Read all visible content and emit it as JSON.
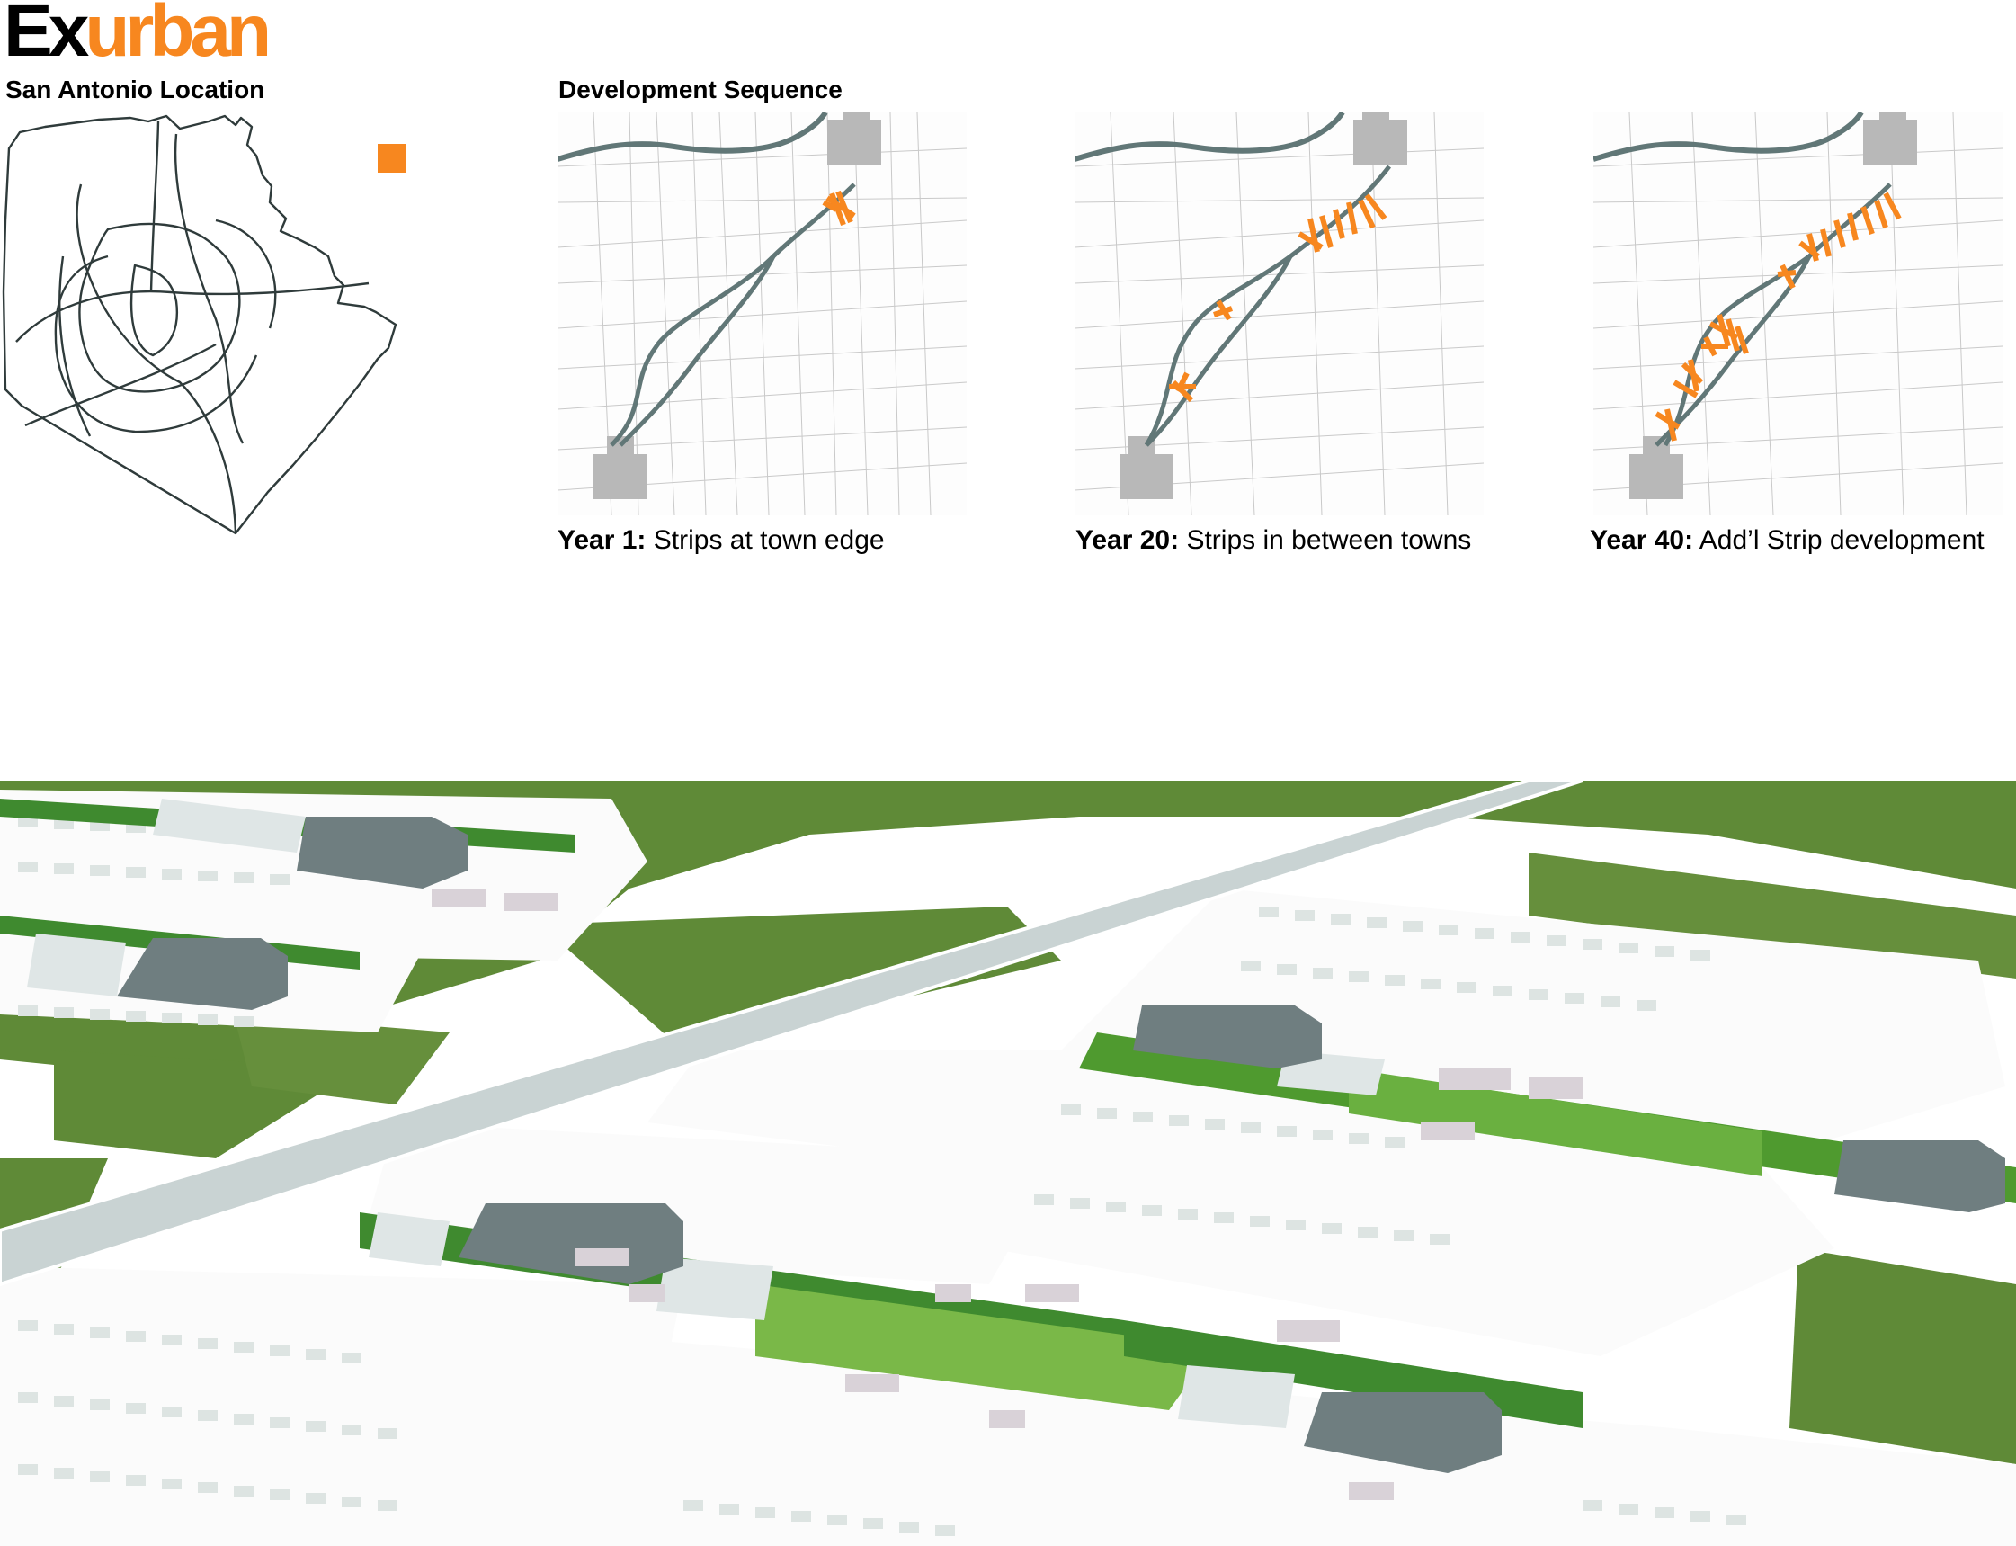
{
  "header": {
    "title_part1": "Ex",
    "title_part2": "urban",
    "location_label": "San Antonio Location",
    "sequence_label": "Development Sequence"
  },
  "colors": {
    "accent": "#f7871f",
    "river": "#5f7373",
    "green": "#5f8a37",
    "lot": "#f0f0f0",
    "building": "#6f7e80"
  },
  "panels": [
    {
      "year": "Year 1:",
      "desc": "Strips at town edge"
    },
    {
      "year": "Year 20:",
      "desc": "Strips in between towns"
    },
    {
      "year": "Year 40:",
      "desc": "Add’l Strip development"
    }
  ]
}
